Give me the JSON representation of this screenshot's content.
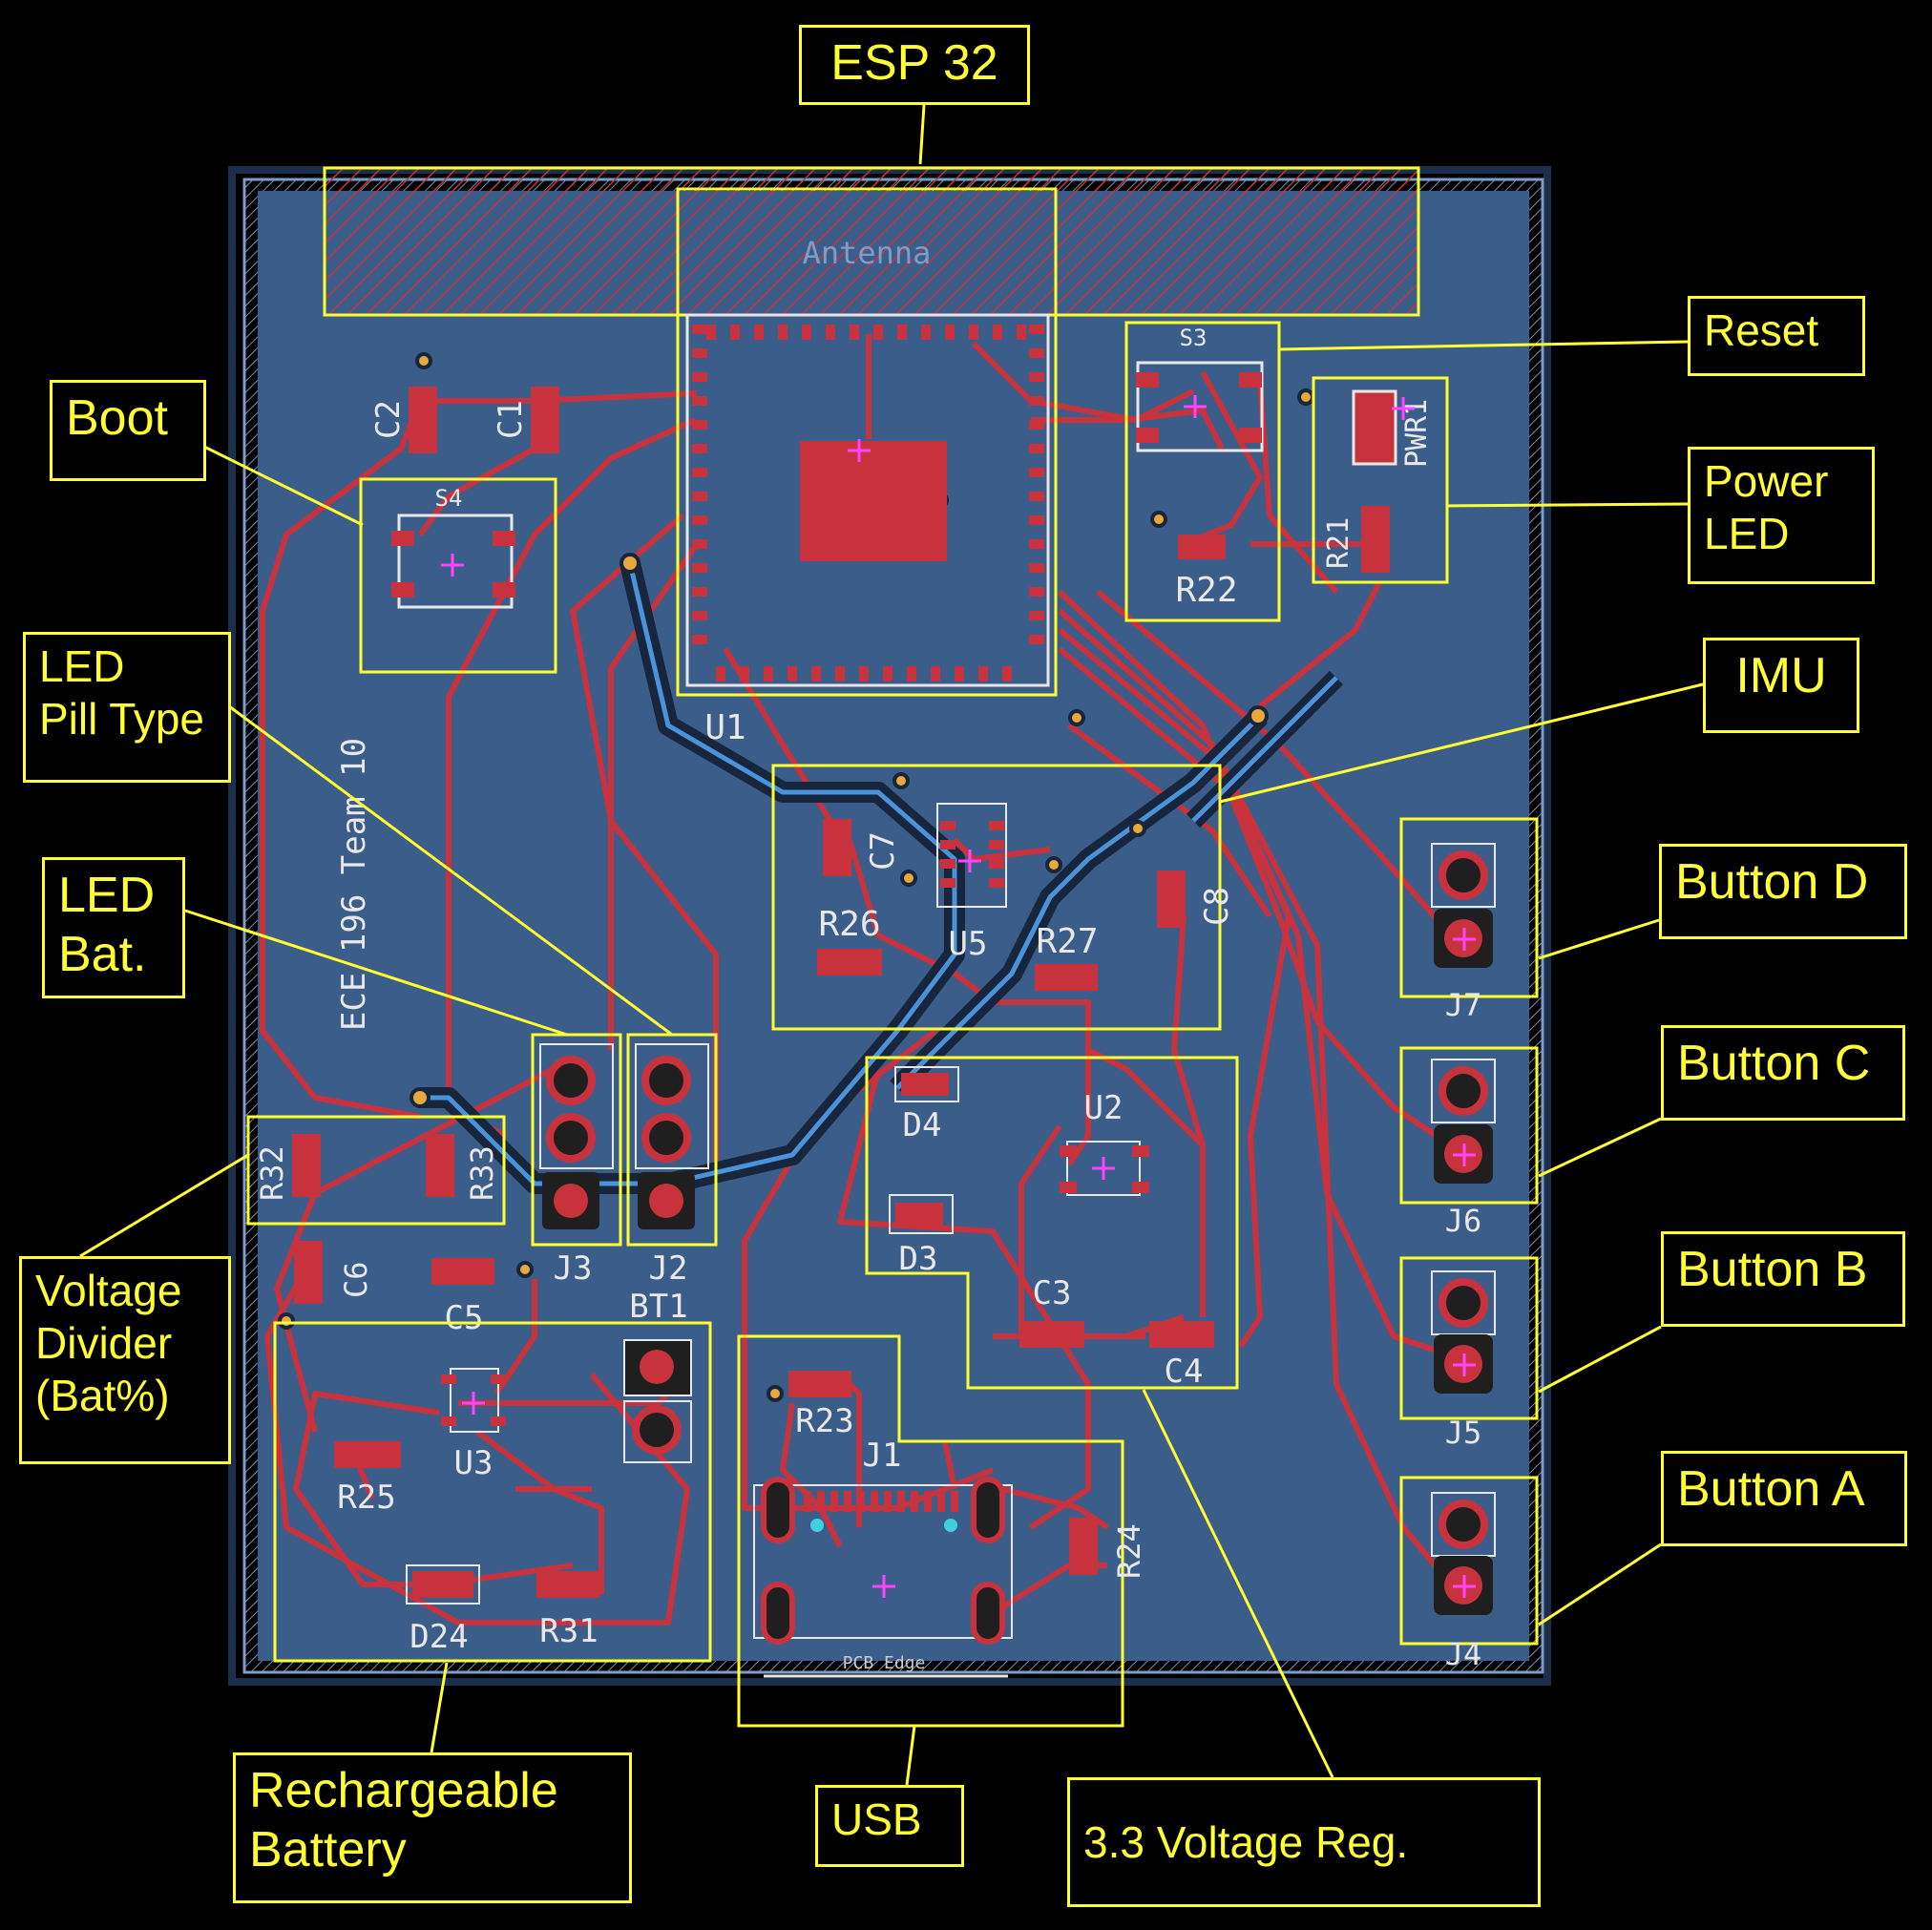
{
  "board": {
    "silkscreen_team": "ECE 196 Team 10",
    "antenna_label": "Antenna",
    "edge_label": "PCB Edge"
  },
  "callouts": {
    "esp32": "ESP 32",
    "reset": "Reset",
    "boot": "Boot",
    "power_led": [
      "Power",
      "LED"
    ],
    "imu": "IMU",
    "led_pill_type": [
      "LED",
      "Pill Type"
    ],
    "led_bat": [
      "LED",
      "Bat."
    ],
    "button_d": "Button D",
    "button_c": "Button C",
    "button_b": "Button B",
    "button_a": "Button A",
    "voltage_divider": [
      "Voltage",
      "Divider",
      "(Bat%)"
    ],
    "rechargeable_battery": [
      "Rechargeable",
      "Battery"
    ],
    "usb": "USB",
    "voltage_reg": "3.3 Voltage Reg."
  },
  "designators": {
    "U1": "U1",
    "S3": "S3",
    "S4": "S4",
    "PWR1": "PWR1",
    "R21": "R21",
    "R22": "R22",
    "C1": "C1",
    "C2": "C2",
    "C7": "C7",
    "C8": "C8",
    "R26": "R26",
    "R27": "R27",
    "U5": "U5",
    "J7": "J7",
    "J6": "J6",
    "J5": "J5",
    "J4": "J4",
    "J3": "J3",
    "J2": "J2",
    "BT1": "BT1",
    "U2": "U2",
    "D4": "D4",
    "D3": "D3",
    "C3": "C3",
    "C4": "C4",
    "R32": "R32",
    "R33": "R33",
    "C6": "C6",
    "C5": "C5",
    "U3": "U3",
    "R25": "R25",
    "D24": "D24",
    "R31": "R31",
    "R23": "R23",
    "J1": "J1",
    "R24": "R24"
  },
  "colors": {
    "background": "#000000",
    "board": "#3b5d8a",
    "copper": "#c8323c",
    "callout": "#ffff33",
    "silkscreen": "#e8e8e8",
    "marker": "#ff44ff"
  }
}
